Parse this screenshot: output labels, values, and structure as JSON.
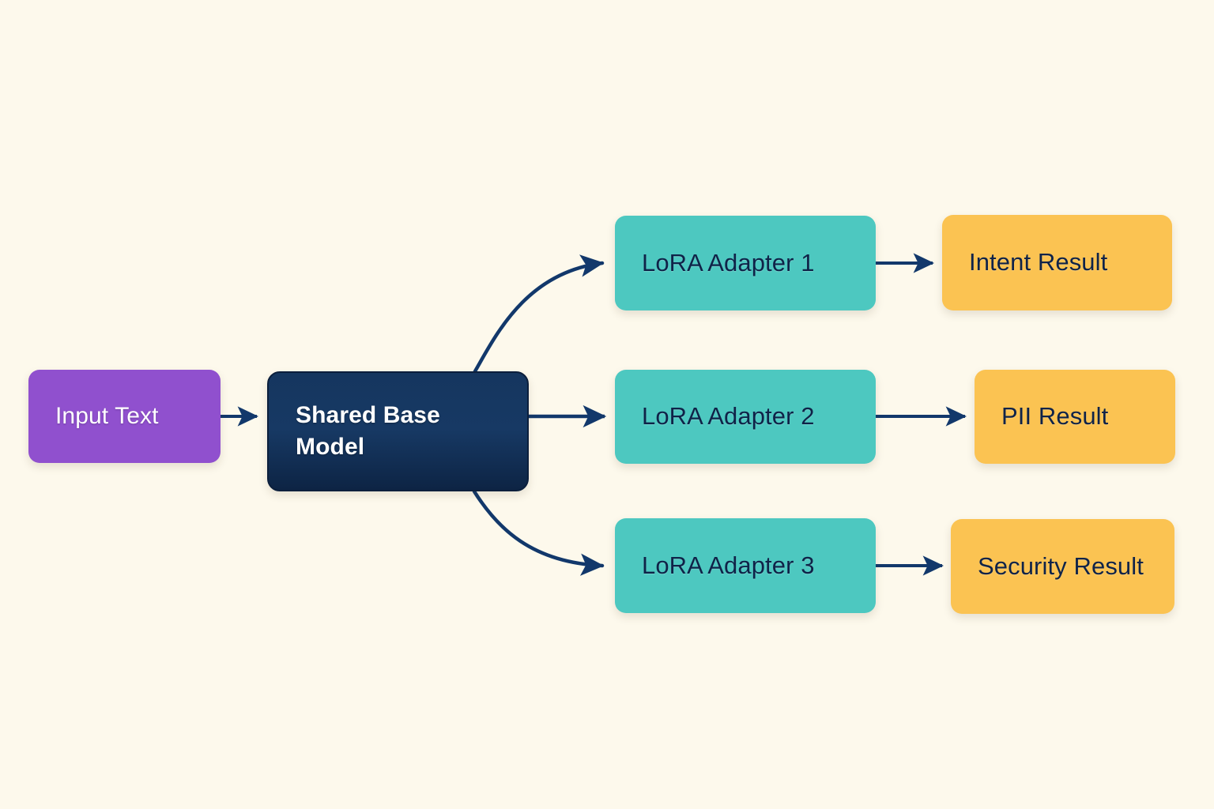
{
  "diagram": {
    "title": "LoRA multi-adapter inference routing diagram",
    "background_color": "#FDF9EC",
    "edge_color": "#12386B",
    "nodes": {
      "input": {
        "label": "Input Text",
        "color": "#9050CE",
        "text_color": "#FFFFFF"
      },
      "base": {
        "label": "Shared Base\nModel",
        "color": "#16365F",
        "text_color": "#FFFFFF"
      },
      "adapter1": {
        "label": "LoRA Adapter 1",
        "color": "#4DC8C0",
        "text_color": "#0F2348"
      },
      "adapter2": {
        "label": "LoRA Adapter 2",
        "color": "#4DC8C0",
        "text_color": "#0F2348"
      },
      "adapter3": {
        "label": "LoRA Adapter 3",
        "color": "#4DC8C0",
        "text_color": "#0F2348"
      },
      "result1": {
        "label": "Intent Result",
        "color": "#FBC352",
        "text_color": "#0F2348"
      },
      "result2": {
        "label": "PII Result",
        "color": "#FBC352",
        "text_color": "#0F2348"
      },
      "result3": {
        "label": "Security Result",
        "color": "#FBC352",
        "text_color": "#0F2348"
      }
    },
    "edges": [
      {
        "from": "input",
        "to": "base",
        "style": "straight"
      },
      {
        "from": "base",
        "to": "adapter1",
        "style": "curved"
      },
      {
        "from": "base",
        "to": "adapter2",
        "style": "straight"
      },
      {
        "from": "base",
        "to": "adapter3",
        "style": "curved"
      },
      {
        "from": "adapter1",
        "to": "result1",
        "style": "straight"
      },
      {
        "from": "adapter2",
        "to": "result2",
        "style": "straight"
      },
      {
        "from": "adapter3",
        "to": "result3",
        "style": "straight"
      }
    ]
  }
}
